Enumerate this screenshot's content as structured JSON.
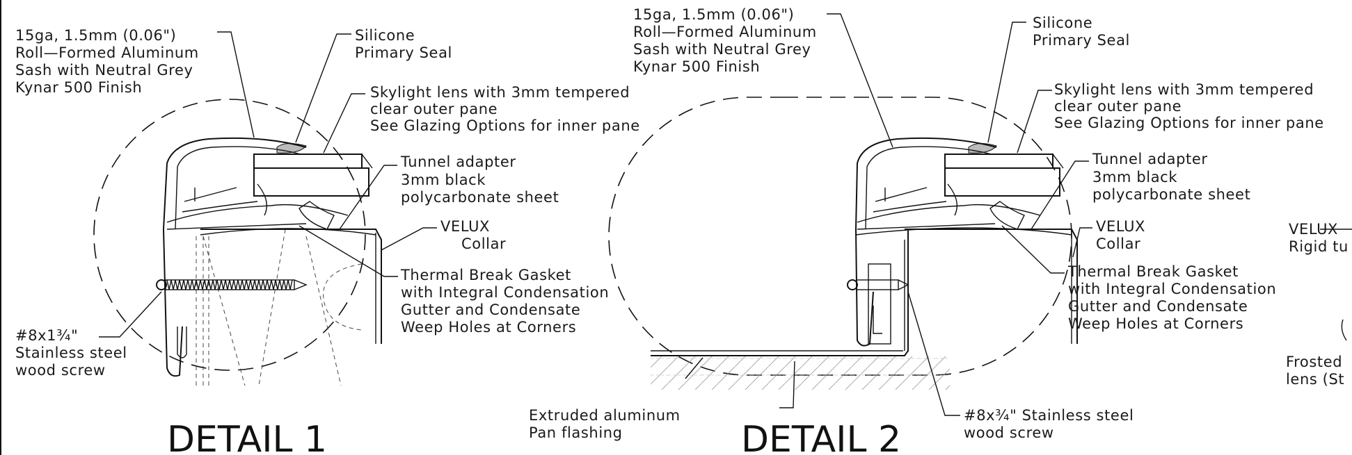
{
  "detail1": {
    "title": "DETAIL 1",
    "sash_label": [
      "15ga, 1.5mm (0.06\")",
      "Roll—Formed Aluminum",
      "Sash with Neutral Grey",
      "Kynar 500 Finish"
    ],
    "seal_label": [
      "Silicone",
      "Primary Seal"
    ],
    "lens_label": [
      "Skylight lens with 3mm tempered",
      "clear outer pane",
      "See Glazing Options for inner pane"
    ],
    "tunnel_label": [
      "Tunnel adapter",
      "3mm black",
      "polycarbonate sheet"
    ],
    "collar_label": [
      "VELUX",
      "Collar"
    ],
    "gasket_label": [
      "Thermal Break Gasket",
      "with Integral Condensation",
      "Gutter and Condensate",
      "Weep Holes at Corners"
    ],
    "screw_label": [
      "#8x1¾\"",
      "Stainless steel",
      "wood screw"
    ]
  },
  "detail2": {
    "title": "DETAIL 2",
    "sash_label": [
      "15ga, 1.5mm (0.06\")",
      "Roll—Formed Aluminum",
      "Sash with Neutral Grey",
      "Kynar 500 Finish"
    ],
    "seal_label": [
      "Silicone",
      "Primary Seal"
    ],
    "lens_label": [
      "Skylight lens with 3mm tempered",
      "clear outer pane",
      "See Glazing Options for inner pane"
    ],
    "tunnel_label": [
      "Tunnel adapter",
      "3mm black",
      "polycarbonate sheet"
    ],
    "collar_label": [
      "VELUX",
      "Collar"
    ],
    "gasket_label": [
      "Thermal Break Gasket",
      "with Integral Condensation",
      "Gutter and Condensate",
      "Weep Holes at Corners"
    ],
    "flashing_label": [
      "Extruded aluminum",
      "Pan flashing"
    ],
    "screw_label": [
      "#8x¾\" Stainless steel",
      "wood screw"
    ]
  },
  "detail3_partial": {
    "velux_label": [
      "VELUX",
      "Rigid tu"
    ],
    "frosted_label": [
      "Frosted",
      "lens (St"
    ]
  }
}
